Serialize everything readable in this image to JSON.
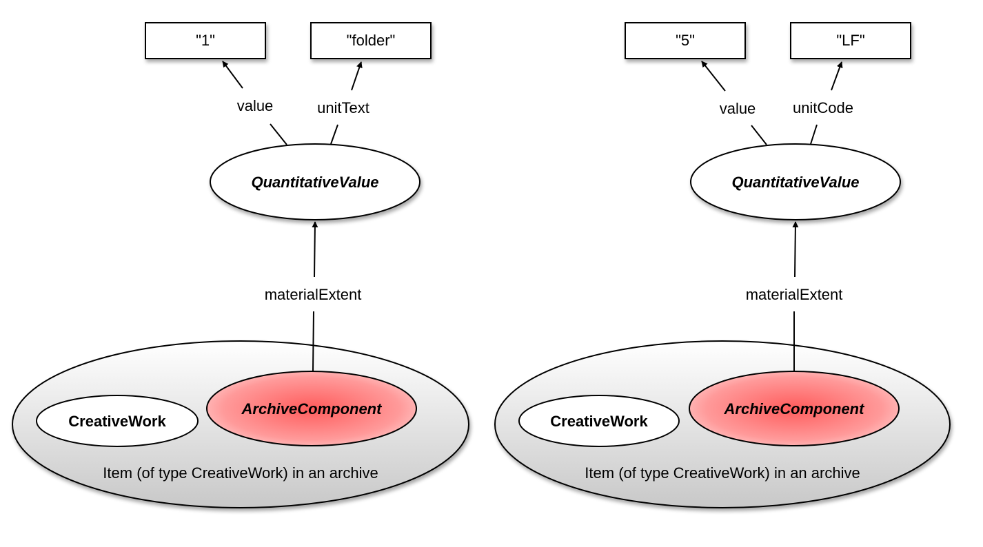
{
  "colors": {
    "line": "#000000",
    "node_fill": "#ffffff",
    "container_fill_top": "#ffffff",
    "container_fill_bottom": "#c8c8c8",
    "archive_fill_center": "#ff6b6b",
    "archive_fill_edge": "#ffd0d0"
  },
  "left": {
    "literal_value": "\"1\"",
    "literal_unit": "\"folder\"",
    "prop_value": "value",
    "prop_unit": "unitText",
    "quant_class": "QuantitativeValue",
    "prop_extent": "materialExtent",
    "creative_class": "CreativeWork",
    "archive_class": "ArchiveComponent",
    "container_caption": "Item (of type CreativeWork) in an archive"
  },
  "right": {
    "literal_value": "\"5\"",
    "literal_unit": "\"LF\"",
    "prop_value": "value",
    "prop_unit": "unitCode",
    "quant_class": "QuantitativeValue",
    "prop_extent": "materialExtent",
    "creative_class": "CreativeWork",
    "archive_class": "ArchiveComponent",
    "container_caption": "Item (of type CreativeWork) in an archive"
  }
}
